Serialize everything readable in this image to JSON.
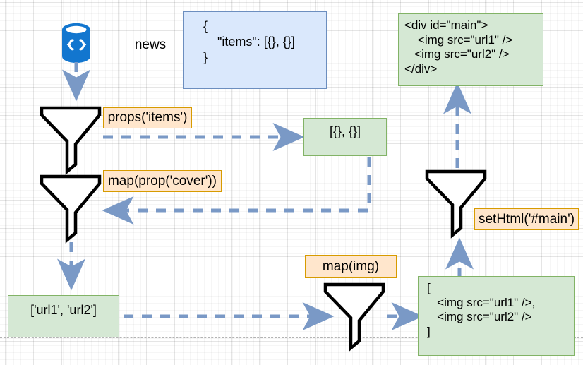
{
  "diagram": {
    "title": "Data flow pipeline diagram",
    "colors": {
      "green_fill": "#d5e8d4",
      "green_stroke": "#82b366",
      "blue_fill": "#dae8fc",
      "blue_stroke": "#6c8ebf",
      "orange_fill": "#ffe6cc",
      "orange_stroke": "#d79b00",
      "arrow": "#7a99c6",
      "database": "#1276cf",
      "funnel_stroke": "#000000",
      "grid": "#e8e8e8"
    },
    "source": {
      "icon": "database-json-icon",
      "glyph": "{ }",
      "label": "news"
    },
    "boxes": {
      "json_input": "{\n    \"items\": [{}, {}]\n}",
      "items_array": "[{}, {}]",
      "urls_array": "['url1', 'url2']",
      "img_array": "[\n   <img src=\"url1\" />,\n   <img src=\"url2\" />\n]",
      "html_output": "<div id=\"main\">\n    <img src=\"url1\" />\n   <img src=\"url2\" />\n</div>"
    },
    "operations": [
      {
        "name": "props-items",
        "label": "props('items')"
      },
      {
        "name": "map-prop-cover",
        "label": "map(prop('cover'))"
      },
      {
        "name": "map-img",
        "label": "map(img)"
      },
      {
        "name": "set-html-main",
        "label": "setHtml('#main')"
      }
    ],
    "funnels": [
      {
        "name": "funnel-props-items"
      },
      {
        "name": "funnel-map-prop-cover"
      },
      {
        "name": "funnel-map-img"
      },
      {
        "name": "funnel-set-html"
      }
    ]
  }
}
